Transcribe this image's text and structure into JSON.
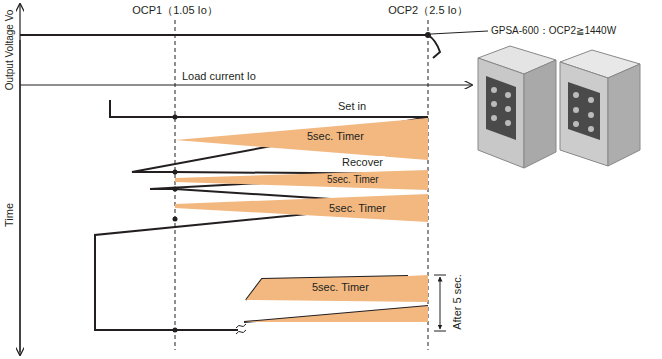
{
  "diagram": {
    "nodes": [
      {
        "text": [
          "5sec. Timer"
        ]
      },
      {
        "text": [
          "5sec. Timer"
        ]
      },
      {
        "text": [
          "5sec. Timer"
        ]
      },
      {
        "text": [
          "5sec. Timer"
        ]
      }
    ],
    "labels": [
      "OCP1（1.05 Io）",
      "OCP2（2.5 Io）",
      "GPSA-600：OCP2≧1440W",
      "Output Voltage Vo",
      "Load current Io",
      "Time",
      "Set in",
      "Recover",
      "After 5 sec."
    ]
  }
}
